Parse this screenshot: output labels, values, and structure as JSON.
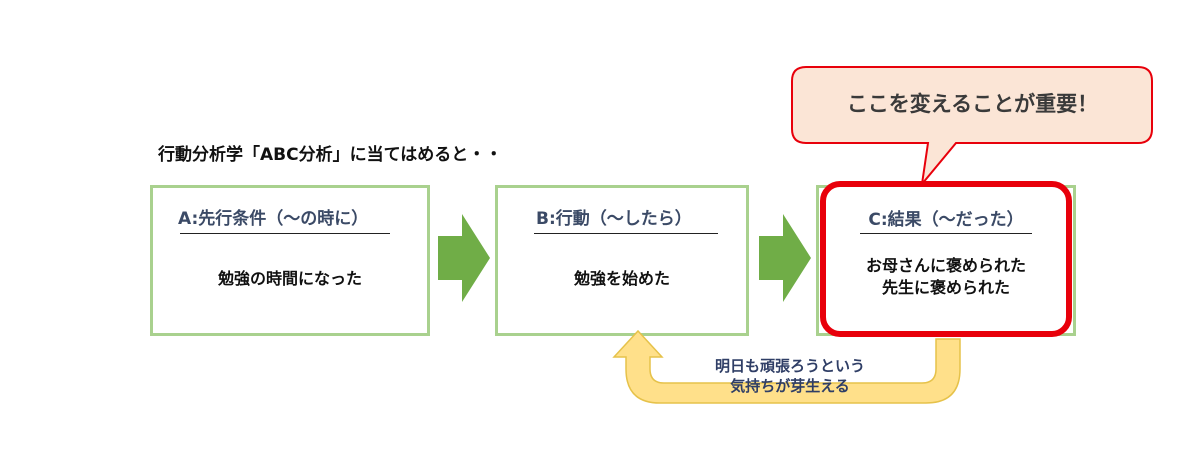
{
  "heading": "行動分析学「ABC分析」に当てはめると・・",
  "boxes": {
    "a": {
      "title": "A:先行条件（～の時に）",
      "body": "勉強の時間になった"
    },
    "b": {
      "title": "B:行動（～したら）",
      "body": "勉強を始めた"
    },
    "c": {
      "title": "C:結果（～だった）",
      "body_line1": "お母さんに褒められた",
      "body_line2": "先生に褒められた"
    }
  },
  "callout": {
    "text": "ここを変えることが重要！"
  },
  "feedback_loop": {
    "line1": "明日も頑張ろうという",
    "line2": "気持ちが芽生える"
  },
  "colors": {
    "box_border": "#a9d18e",
    "arrow_green": "#70ad47",
    "highlight_red": "#e8000b",
    "callout_fill": "#fbe5d6",
    "loop_yellow": "#ffe08a"
  },
  "icons": [
    "right-arrow-icon",
    "right-arrow-icon",
    "curved-return-arrow-icon"
  ]
}
